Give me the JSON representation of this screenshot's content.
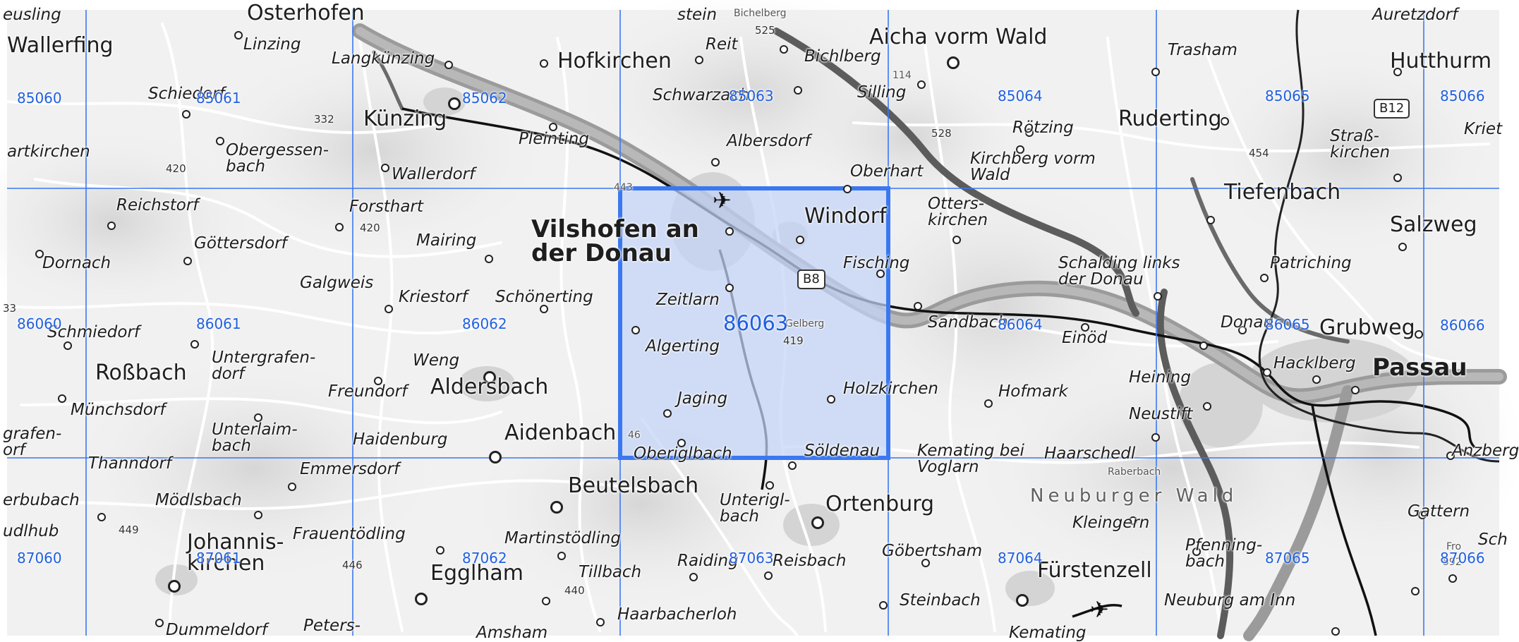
{
  "colors": {
    "grid_line": "#3b78f0",
    "grid_label": "#1f5fe0",
    "selection_fill": "#c9d8f7",
    "selection_border": "#3b78f0",
    "river": "#8e8e8e",
    "motorway": "#707070",
    "railway": "#111111"
  },
  "grid": {
    "cells": [
      {
        "id": "85060",
        "label": "85060"
      },
      {
        "id": "85061",
        "label": "85061"
      },
      {
        "id": "85062",
        "label": "85062"
      },
      {
        "id": "85063",
        "label": "85063"
      },
      {
        "id": "85064",
        "label": "85064"
      },
      {
        "id": "85065",
        "label": "85065"
      },
      {
        "id": "85066",
        "label": "85066"
      },
      {
        "id": "86060",
        "label": "86060"
      },
      {
        "id": "86061",
        "label": "86061"
      },
      {
        "id": "86062",
        "label": "86062"
      },
      {
        "id": "86063",
        "label": "86063",
        "selected": true
      },
      {
        "id": "86064",
        "label": "86064"
      },
      {
        "id": "86065",
        "label": "86065"
      },
      {
        "id": "86066",
        "label": "86066"
      },
      {
        "id": "87060",
        "label": "87060"
      },
      {
        "id": "87061",
        "label": "87061"
      },
      {
        "id": "87062",
        "label": "87062"
      },
      {
        "id": "87063",
        "label": "87063"
      },
      {
        "id": "87064",
        "label": "87064"
      },
      {
        "id": "87065",
        "label": "87065"
      },
      {
        "id": "87066",
        "label": "87066"
      }
    ],
    "selected": "86063"
  },
  "places": [
    {
      "id": "eusling",
      "text": "eusling"
    },
    {
      "id": "osterhofen",
      "text": "Osterhofen",
      "cls": "town"
    },
    {
      "id": "wallerfing",
      "text": "Wallerfing",
      "cls": "town"
    },
    {
      "id": "linzing",
      "text": "Linzing"
    },
    {
      "id": "langkunzing",
      "text": "Langkünzing"
    },
    {
      "id": "stein",
      "text": "stein"
    },
    {
      "id": "bichelberg",
      "text": "Bichelberg",
      "cls": "minor"
    },
    {
      "id": "e525",
      "text": "525",
      "cls": "elev"
    },
    {
      "id": "reit",
      "text": "Reit"
    },
    {
      "id": "hofkirchen",
      "text": "Hofkirchen",
      "cls": "town"
    },
    {
      "id": "bichlberg",
      "text": "Bichlberg"
    },
    {
      "id": "aicha",
      "text": "Aicha vorm Wald",
      "cls": "town"
    },
    {
      "id": "auretzdorf",
      "text": "Auretzdorf"
    },
    {
      "id": "trasham",
      "text": "Trasham"
    },
    {
      "id": "hutthurm",
      "text": "Hutthurm",
      "cls": "town"
    },
    {
      "id": "schiedorf",
      "text": "Schiedorf"
    },
    {
      "id": "kunzing",
      "text": "Künzing",
      "cls": "town"
    },
    {
      "id": "e332",
      "text": "332",
      "cls": "elev"
    },
    {
      "id": "schwarzach",
      "text": "Schwarzach"
    },
    {
      "id": "silling",
      "text": "Silling"
    },
    {
      "id": "e114",
      "text": "114",
      "cls": "minor"
    },
    {
      "id": "e528",
      "text": "528",
      "cls": "elev"
    },
    {
      "id": "rotzing",
      "text": "Rötzing"
    },
    {
      "id": "ruderting",
      "text": "Ruderting",
      "cls": "town"
    },
    {
      "id": "artkirchen",
      "text": "artkirchen"
    },
    {
      "id": "obergessenbach",
      "text": "Obergessen-\nbach"
    },
    {
      "id": "pleinting",
      "text": "Pleinting"
    },
    {
      "id": "albersdorf",
      "text": "Albersdorf"
    },
    {
      "id": "kirchberg",
      "text": "Kirchberg vorm\nWald"
    },
    {
      "id": "strasskirchen",
      "text": "Straß-\nkirchen"
    },
    {
      "id": "kriet",
      "text": "Kriet"
    },
    {
      "id": "e454",
      "text": "454",
      "cls": "elev"
    },
    {
      "id": "e420a",
      "text": "420",
      "cls": "elev"
    },
    {
      "id": "wallerdorf",
      "text": "Wallerdorf"
    },
    {
      "id": "oberhart",
      "text": "Oberhart"
    },
    {
      "id": "e443",
      "text": "443",
      "cls": "minor"
    },
    {
      "id": "tiefenbach",
      "text": "Tiefenbach",
      "cls": "town"
    },
    {
      "id": "reichstorf",
      "text": "Reichstorf"
    },
    {
      "id": "forsthart",
      "text": "Forsthart"
    },
    {
      "id": "e420b",
      "text": "420",
      "cls": "elev"
    },
    {
      "id": "vilshofen",
      "text": "Vilshofen an\nder Donau",
      "cls": "city"
    },
    {
      "id": "windorf",
      "text": "Windorf",
      "cls": "town"
    },
    {
      "id": "otterskirchen",
      "text": "Otters-\nkirchen"
    },
    {
      "id": "salzweg",
      "text": "Salzweg",
      "cls": "town"
    },
    {
      "id": "dornach",
      "text": "Dornach"
    },
    {
      "id": "gottersdorf",
      "text": "Göttersdorf"
    },
    {
      "id": "mairing",
      "text": "Mairing"
    },
    {
      "id": "fisching",
      "text": "Fisching"
    },
    {
      "id": "schalding",
      "text": "Schalding links\nder Donau"
    },
    {
      "id": "patriching",
      "text": "Patriching"
    },
    {
      "id": "galgweis",
      "text": "Galgweis"
    },
    {
      "id": "kriestorf",
      "text": "Kriestorf"
    },
    {
      "id": "schonerting",
      "text": "Schönerting"
    },
    {
      "id": "zeitlarn",
      "text": "Zeitlarn"
    },
    {
      "id": "e33",
      "text": "33",
      "cls": "elev"
    },
    {
      "id": "schmiedorf",
      "text": "Schmiedorf"
    },
    {
      "id": "sandbach",
      "text": "Sandbach"
    },
    {
      "id": "einod",
      "text": "Einöd"
    },
    {
      "id": "donaustauf",
      "text": "Donau"
    },
    {
      "id": "grubweg",
      "text": "Grubweg",
      "cls": "town"
    },
    {
      "id": "elberg",
      "text": "Gelberg",
      "cls": "minor"
    },
    {
      "id": "e419",
      "text": "419",
      "cls": "elev"
    },
    {
      "id": "algerting",
      "text": "Algerting"
    },
    {
      "id": "rossbach",
      "text": "Roßbach",
      "cls": "town"
    },
    {
      "id": "untergrafendorf",
      "text": "Untergrafen-\ndorf"
    },
    {
      "id": "weng",
      "text": "Weng"
    },
    {
      "id": "hacklberg",
      "text": "Hacklberg"
    },
    {
      "id": "passau",
      "text": "Passau",
      "cls": "city"
    },
    {
      "id": "freundorf",
      "text": "Freundorf"
    },
    {
      "id": "aldersbach",
      "text": "Aldersbach",
      "cls": "town"
    },
    {
      "id": "heining",
      "text": "Heining"
    },
    {
      "id": "holzkirchen",
      "text": "Holzkirchen"
    },
    {
      "id": "hofmark",
      "text": "Hofmark"
    },
    {
      "id": "munchsdorf",
      "text": "Münchsdorf"
    },
    {
      "id": "jaging",
      "text": "Jaging"
    },
    {
      "id": "neustift",
      "text": "Neustift"
    },
    {
      "id": "grafenorf",
      "text": "grafen-\norf"
    },
    {
      "id": "unterlaimbach",
      "text": "Unterlaim-\nbach"
    },
    {
      "id": "haidenburg",
      "text": "Haidenburg"
    },
    {
      "id": "aidenbach",
      "text": "Aidenbach",
      "cls": "town"
    },
    {
      "id": "e46",
      "text": "46",
      "cls": "minor"
    },
    {
      "id": "oberiglbach",
      "text": "Oberiglbach"
    },
    {
      "id": "soldenau",
      "text": "Söldenau"
    },
    {
      "id": "kemating_bei",
      "text": "Kemating bei\nVoglarn"
    },
    {
      "id": "haarschedl",
      "text": "Haarschedl"
    },
    {
      "id": "anzberg",
      "text": "Anzberg"
    },
    {
      "id": "thanndorf",
      "text": "Thanndorf"
    },
    {
      "id": "emmersdorf",
      "text": "Emmersdorf"
    },
    {
      "id": "raberbach",
      "text": "Raberbach",
      "cls": "minor"
    },
    {
      "id": "beutelsbach",
      "text": "Beutelsbach",
      "cls": "town"
    },
    {
      "id": "neuburger_wald",
      "text": "Neuburger Wald",
      "cls": "region"
    },
    {
      "id": "erbubach",
      "text": "erbubach"
    },
    {
      "id": "modlsbach",
      "text": "Mödlsbach"
    },
    {
      "id": "unteriglbach",
      "text": "Unterigl-\nbach"
    },
    {
      "id": "ortenburg",
      "text": "Ortenburg",
      "cls": "town"
    },
    {
      "id": "kleingern",
      "text": "Kleingern"
    },
    {
      "id": "gattern",
      "text": "Gattern"
    },
    {
      "id": "udlhub",
      "text": "udlhub"
    },
    {
      "id": "e449",
      "text": "449",
      "cls": "elev"
    },
    {
      "id": "johanniskirchen",
      "text": "Johannis-\nkirchen",
      "cls": "town"
    },
    {
      "id": "frauentodling",
      "text": "Frauentödling"
    },
    {
      "id": "martinstodling",
      "text": "Martinstödling"
    },
    {
      "id": "raiding",
      "text": "Raiding"
    },
    {
      "id": "reisbach",
      "text": "Reisbach"
    },
    {
      "id": "gobertsham",
      "text": "Göbertsham"
    },
    {
      "id": "pfenningbach",
      "text": "Pfenning-\nbach"
    },
    {
      "id": "fro",
      "text": "Fro",
      "cls": "minor"
    },
    {
      "id": "e592",
      "text": "592",
      "cls": "minor"
    },
    {
      "id": "e446",
      "text": "446",
      "cls": "elev"
    },
    {
      "id": "egglham",
      "text": "Egglham",
      "cls": "town"
    },
    {
      "id": "tillbach",
      "text": "Tillbach"
    },
    {
      "id": "furstenzell",
      "text": "Fürstenzell",
      "cls": "town"
    },
    {
      "id": "e440",
      "text": "440",
      "cls": "elev"
    },
    {
      "id": "steinbach",
      "text": "Steinbach"
    },
    {
      "id": "neuburg",
      "text": "Neuburg am Inn"
    },
    {
      "id": "sch",
      "text": "Sch"
    },
    {
      "id": "haarbacherloh",
      "text": "Haarbacherloh"
    },
    {
      "id": "dummeldorf",
      "text": "Dummeldorf"
    },
    {
      "id": "petersdorf",
      "text": "Peters-"
    },
    {
      "id": "amsham",
      "text": "Amsham"
    },
    {
      "id": "kemating",
      "text": "Kemating"
    }
  ],
  "shields": [
    {
      "id": "b8",
      "text": "B8"
    },
    {
      "id": "b12",
      "text": "B12"
    }
  ],
  "icons": [
    {
      "id": "airport-vilshofen",
      "name": "airport-icon"
    },
    {
      "id": "airport-furstenzell",
      "name": "airport-icon"
    }
  ]
}
